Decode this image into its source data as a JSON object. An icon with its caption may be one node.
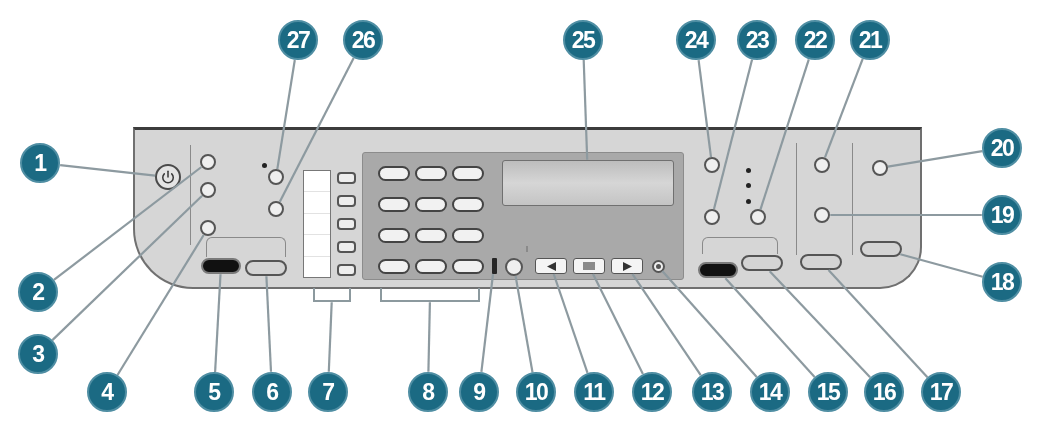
{
  "diagram": {
    "nodes": [
      {
        "text": [
          "1"
        ]
      },
      {
        "text": [
          "2"
        ]
      },
      {
        "text": [
          "3"
        ]
      },
      {
        "text": [
          "4"
        ]
      },
      {
        "text": [
          "5"
        ]
      },
      {
        "text": [
          "6"
        ]
      },
      {
        "text": [
          "7"
        ]
      },
      {
        "text": [
          "8"
        ]
      },
      {
        "text": [
          "9"
        ]
      },
      {
        "text": [
          "10"
        ]
      },
      {
        "text": [
          "11"
        ]
      },
      {
        "text": [
          "12"
        ]
      },
      {
        "text": [
          "13"
        ]
      },
      {
        "text": [
          "14"
        ]
      },
      {
        "text": [
          "15"
        ]
      },
      {
        "text": [
          "16"
        ]
      },
      {
        "text": [
          "17"
        ]
      },
      {
        "text": [
          "18"
        ]
      },
      {
        "text": [
          "19"
        ]
      },
      {
        "text": [
          "20"
        ]
      },
      {
        "text": [
          "21"
        ]
      },
      {
        "text": [
          "22"
        ]
      },
      {
        "text": [
          "23"
        ]
      },
      {
        "text": [
          "24"
        ]
      },
      {
        "text": [
          "25"
        ]
      },
      {
        "text": [
          "26"
        ]
      },
      {
        "text": [
          "27"
        ]
      },
      {
        "text": [],
        "shape": "circle"
      },
      {
        "text": [],
        "shape": "circle"
      },
      {
        "text": [],
        "shape": "circle"
      },
      {
        "text": [],
        "shape": "circle"
      },
      {
        "text": [],
        "shape": "pill"
      },
      {
        "text": [],
        "shape": "pill"
      },
      {
        "text": [],
        "shape": "bracket"
      },
      {
        "text": [],
        "shape": "bracket"
      },
      {
        "text": [],
        "shape": "bar"
      },
      {
        "text": [],
        "shape": "circle"
      },
      {
        "text": [],
        "shape": "box"
      },
      {
        "text": [],
        "shape": "box"
      },
      {
        "text": [],
        "shape": "box"
      },
      {
        "text": [],
        "shape": "circle"
      },
      {
        "text": [],
        "shape": "pill"
      },
      {
        "text": [],
        "shape": "pill"
      },
      {
        "text": [],
        "shape": "pill"
      },
      {
        "text": [],
        "shape": "pill"
      },
      {
        "text": [],
        "shape": "circle"
      },
      {
        "text": [],
        "shape": "circle"
      },
      {
        "text": [],
        "shape": "circle"
      },
      {
        "text": [],
        "shape": "circle"
      },
      {
        "text": [],
        "shape": "circle"
      },
      {
        "text": [],
        "shape": "circle"
      },
      {
        "text": [],
        "shape": "box"
      },
      {
        "text": [],
        "shape": "circle"
      },
      {
        "text": [],
        "shape": "circle"
      }
    ],
    "edges": [
      {
        "from": 0,
        "to": 27,
        "arrow": "none"
      },
      {
        "from": 1,
        "to": 28,
        "arrow": "none"
      },
      {
        "from": 2,
        "to": 29,
        "arrow": "none"
      },
      {
        "from": 3,
        "to": 30,
        "arrow": "none"
      },
      {
        "from": 4,
        "to": 31,
        "arrow": "none"
      },
      {
        "from": 5,
        "to": 32,
        "arrow": "none"
      },
      {
        "from": 6,
        "to": 33,
        "arrow": "none"
      },
      {
        "from": 7,
        "to": 34,
        "arrow": "none"
      },
      {
        "from": 8,
        "to": 35,
        "arrow": "none"
      },
      {
        "from": 9,
        "to": 36,
        "arrow": "none"
      },
      {
        "from": 10,
        "to": 37,
        "arrow": "none"
      },
      {
        "from": 11,
        "to": 38,
        "arrow": "none"
      },
      {
        "from": 12,
        "to": 39,
        "arrow": "none"
      },
      {
        "from": 13,
        "to": 40,
        "arrow": "none"
      },
      {
        "from": 14,
        "to": 41,
        "arrow": "none"
      },
      {
        "from": 15,
        "to": 42,
        "arrow": "none"
      },
      {
        "from": 16,
        "to": 43,
        "arrow": "none"
      },
      {
        "from": 17,
        "to": 44,
        "arrow": "none"
      },
      {
        "from": 18,
        "to": 45,
        "arrow": "none"
      },
      {
        "from": 19,
        "to": 46,
        "arrow": "none"
      },
      {
        "from": 20,
        "to": 47,
        "arrow": "none"
      },
      {
        "from": 21,
        "to": 48,
        "arrow": "none"
      },
      {
        "from": 22,
        "to": 49,
        "arrow": "none"
      },
      {
        "from": 23,
        "to": 50,
        "arrow": "none"
      },
      {
        "from": 24,
        "to": 51,
        "arrow": "none"
      },
      {
        "from": 25,
        "to": 52,
        "arrow": "none"
      },
      {
        "from": 26,
        "to": 53,
        "arrow": "none"
      }
    ]
  }
}
